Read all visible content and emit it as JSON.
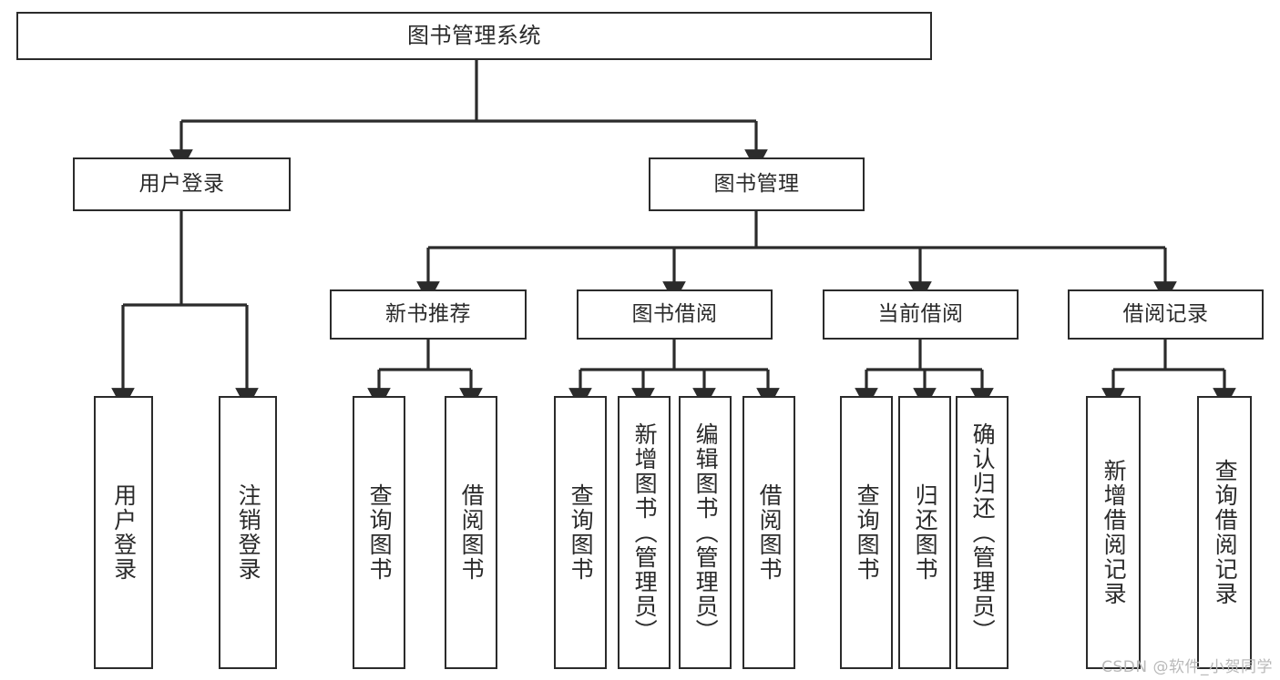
{
  "diagram": {
    "type": "tree-hierarchy",
    "title": "图书管理系统",
    "watermark": "CSDN @软件_小贺同学",
    "colors": {
      "background": "#ffffff",
      "node_border": "#2b2b2b",
      "node_fill": "#ffffff",
      "text": "#2a2a2a",
      "edge": "#2b2b2b",
      "watermark": "#b9b9b9"
    },
    "levels": {
      "root": "图书管理系统",
      "level2": [
        "用户登录",
        "图书管理"
      ],
      "level3": [
        "新书推荐",
        "图书借阅",
        "当前借阅",
        "借阅记录"
      ]
    },
    "nodes": {
      "root": {
        "label": "图书管理系统"
      },
      "user_login": {
        "label": "用户登录"
      },
      "book_manage": {
        "label": "图书管理"
      },
      "new_book_rec": {
        "label": "新书推荐"
      },
      "book_borrow": {
        "label": "图书借阅"
      },
      "current_borrow": {
        "label": "当前借阅"
      },
      "borrow_record": {
        "label": "借阅记录"
      },
      "leaf_user_login": {
        "label": "用户登录"
      },
      "leaf_logout": {
        "label": "注销登录"
      },
      "leaf_query_book_1": {
        "label": "查询图书"
      },
      "leaf_borrow_book_1": {
        "label": "借阅图书"
      },
      "leaf_query_book_2": {
        "label": "查询图书"
      },
      "leaf_add_book": {
        "label": "新增图书（管理员）"
      },
      "leaf_edit_book": {
        "label": "编辑图书（管理员）"
      },
      "leaf_borrow_book_2": {
        "label": "借阅图书"
      },
      "leaf_query_book_3": {
        "label": "查询图书"
      },
      "leaf_return_book": {
        "label": "归还图书"
      },
      "leaf_confirm_return": {
        "label": "确认归还（管理员）"
      },
      "leaf_add_record": {
        "label": "新增借阅记录"
      },
      "leaf_query_record": {
        "label": "查询借阅记录"
      }
    },
    "edges": [
      {
        "from": "图书管理系统",
        "to": "用户登录"
      },
      {
        "from": "图书管理系统",
        "to": "图书管理"
      },
      {
        "from": "用户登录",
        "to": "用户登录"
      },
      {
        "from": "用户登录",
        "to": "注销登录"
      },
      {
        "from": "图书管理",
        "to": "新书推荐"
      },
      {
        "from": "图书管理",
        "to": "图书借阅"
      },
      {
        "from": "图书管理",
        "to": "当前借阅"
      },
      {
        "from": "图书管理",
        "to": "借阅记录"
      },
      {
        "from": "新书推荐",
        "to": "查询图书"
      },
      {
        "from": "新书推荐",
        "to": "借阅图书"
      },
      {
        "from": "图书借阅",
        "to": "查询图书"
      },
      {
        "from": "图书借阅",
        "to": "新增图书（管理员）"
      },
      {
        "from": "图书借阅",
        "to": "编辑图书（管理员）"
      },
      {
        "from": "图书借阅",
        "to": "借阅图书"
      },
      {
        "from": "当前借阅",
        "to": "查询图书"
      },
      {
        "from": "当前借阅",
        "to": "归还图书"
      },
      {
        "from": "当前借阅",
        "to": "确认归还（管理员）"
      },
      {
        "from": "借阅记录",
        "to": "新增借阅记录"
      },
      {
        "from": "借阅记录",
        "to": "查询借阅记录"
      }
    ]
  }
}
